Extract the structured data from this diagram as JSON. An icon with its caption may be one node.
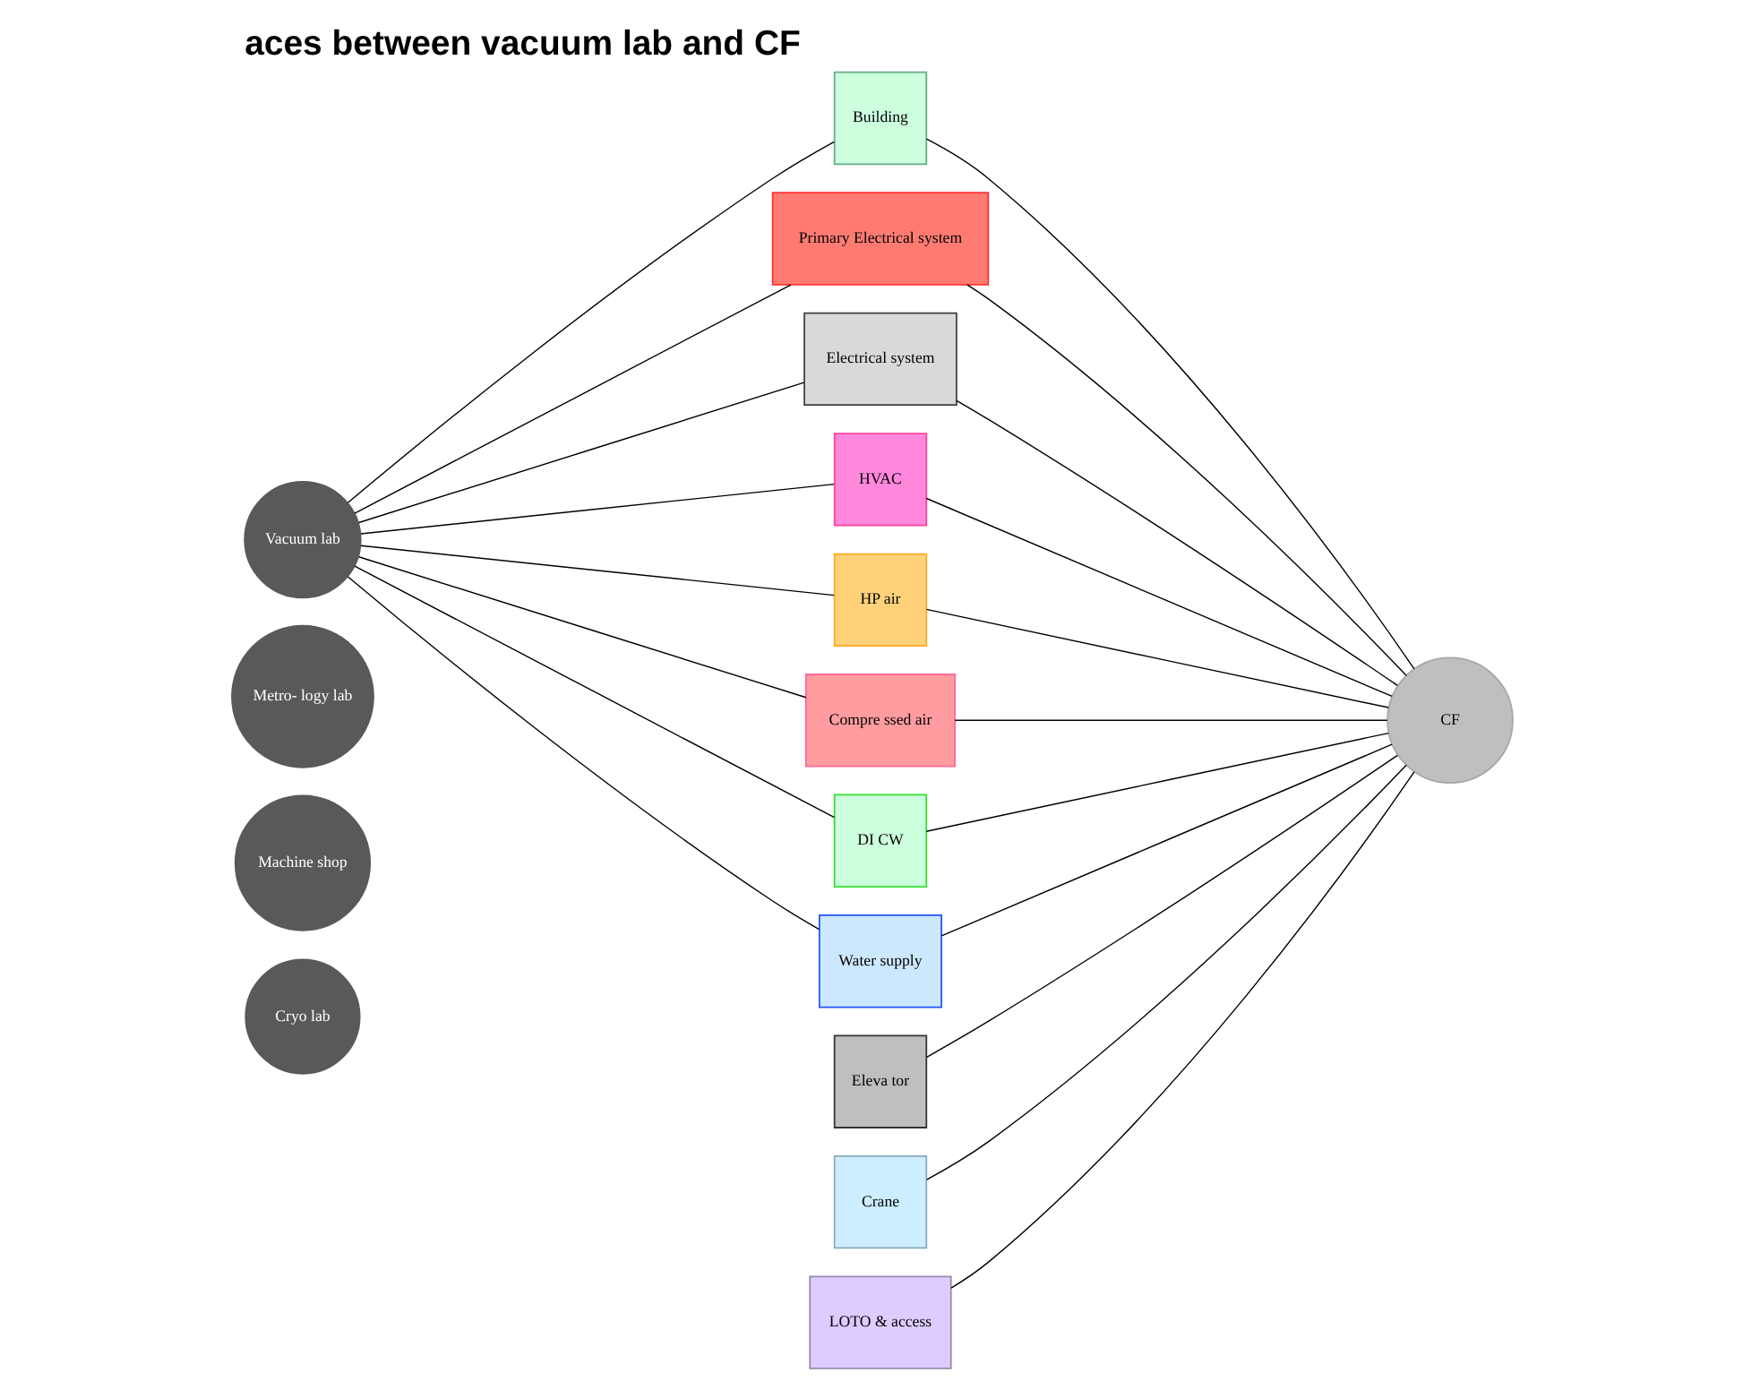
{
  "diagram": {
    "title": "aces between vacuum lab and CF",
    "nodes": [
      {
        "text": [
          "Cryo lab"
        ]
      },
      {
        "text": [
          "Machine shop"
        ]
      },
      {
        "text": [
          "Metro- logy lab"
        ]
      },
      {
        "text": [
          "Vacuum lab"
        ]
      },
      {
        "text": [
          "Building"
        ]
      },
      {
        "text": [
          "Primary Electrical system"
        ]
      },
      {
        "text": [
          "Electrical system"
        ]
      },
      {
        "text": [
          "HVAC"
        ]
      },
      {
        "text": [
          "HP air"
        ]
      },
      {
        "text": [
          "Compre ssed air"
        ]
      },
      {
        "text": [
          "DI CW"
        ]
      },
      {
        "text": [
          "Water supply"
        ]
      },
      {
        "text": [
          "Eleva tor"
        ]
      },
      {
        "text": [
          "Crane"
        ]
      },
      {
        "text": [
          "LOTO & access"
        ]
      },
      {
        "text": [
          "CF"
        ]
      }
    ],
    "edges": [
      {
        "from": 3,
        "to": 4,
        "arrow": "none"
      },
      {
        "from": 3,
        "to": 5,
        "arrow": "none"
      },
      {
        "from": 3,
        "to": 6,
        "arrow": "none"
      },
      {
        "from": 3,
        "to": 7,
        "arrow": "none"
      },
      {
        "from": 3,
        "to": 8,
        "arrow": "none"
      },
      {
        "from": 3,
        "to": 9,
        "arrow": "none"
      },
      {
        "from": 3,
        "to": 10,
        "arrow": "none"
      },
      {
        "from": 3,
        "to": 11,
        "arrow": "none"
      },
      {
        "from": 4,
        "to": 15,
        "arrow": "none"
      },
      {
        "from": 5,
        "to": 15,
        "arrow": "none"
      },
      {
        "from": 6,
        "to": 15,
        "arrow": "none"
      },
      {
        "from": 7,
        "to": 15,
        "arrow": "none"
      },
      {
        "from": 8,
        "to": 15,
        "arrow": "none"
      },
      {
        "from": 9,
        "to": 15,
        "arrow": "none"
      },
      {
        "from": 10,
        "to": 15,
        "arrow": "none"
      },
      {
        "from": 11,
        "to": 15,
        "arrow": "none"
      },
      {
        "from": 12,
        "to": 15,
        "arrow": "none"
      },
      {
        "from": 13,
        "to": 15,
        "arrow": "none"
      },
      {
        "from": 14,
        "to": 15,
        "arrow": "none"
      }
    ]
  }
}
